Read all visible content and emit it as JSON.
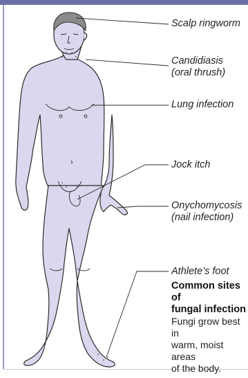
{
  "colors": {
    "band": "#6d6fa8",
    "skin": "#d9d8ee",
    "hair": "#8a8a8a",
    "outline": "#2a2a2a"
  },
  "labels": {
    "scalp": "Scalp ringworm",
    "candidiasis_1": "Candidiasis",
    "candidiasis_2": "(oral thrush)",
    "lung": "Lung infection",
    "jock": "Jock itch",
    "onycho_1": "Onychomycosis",
    "onycho_2": "(nail infection)",
    "athlete": "Athlete’s foot"
  },
  "caption": {
    "title_1": "Common sites of",
    "title_2": "fungal infection",
    "body_1": "Fungi grow best in",
    "body_2": "warm, moist areas",
    "body_3": "of the body."
  }
}
